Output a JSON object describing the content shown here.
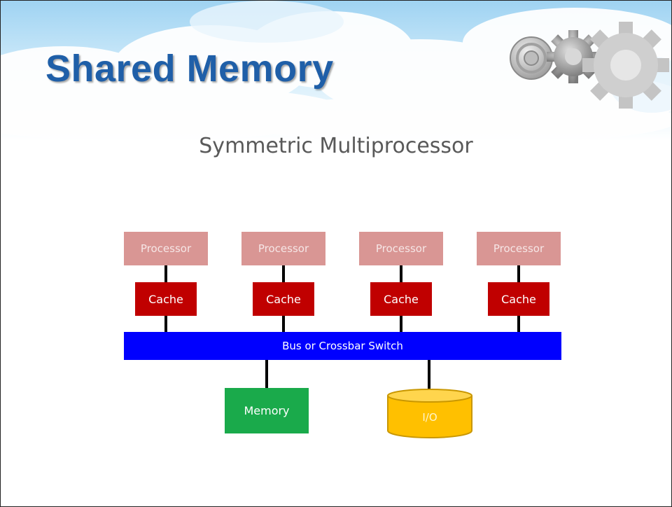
{
  "title": "Shared Memory",
  "subtitle": "Symmetric Multiprocessor",
  "diagram": {
    "processors": [
      "Processor",
      "Processor",
      "Processor",
      "Processor"
    ],
    "caches": [
      "Cache",
      "Cache",
      "Cache",
      "Cache"
    ],
    "bus": "Bus or Crossbar Switch",
    "memory": "Memory",
    "io": "I/O"
  },
  "colors": {
    "title": "#1f5fa8",
    "processor": "#d99694",
    "cache": "#c00000",
    "bus": "#0000ff",
    "memory": "#1aaa4b",
    "io": "#ffc000"
  },
  "icons": [
    "sky-cloud-background",
    "gear-icon"
  ]
}
